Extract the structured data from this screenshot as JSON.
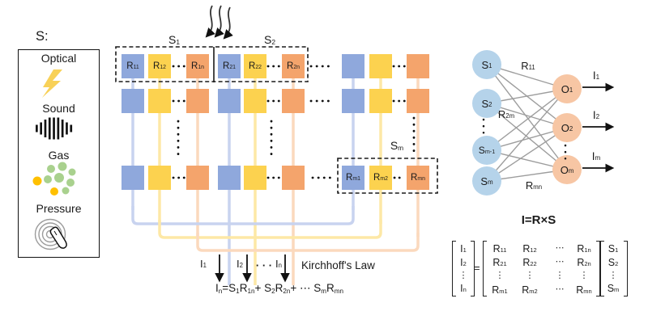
{
  "panel": {
    "title": "S:",
    "items": [
      {
        "label": "Optical",
        "icon": "lightning-icon"
      },
      {
        "label": "Sound",
        "icon": "sound-wave-icon"
      },
      {
        "label": "Gas",
        "icon": "gas-molecules-icon"
      },
      {
        "label": "Pressure",
        "icon": "pressure-touch-icon"
      }
    ]
  },
  "crossbar": {
    "group_labels": [
      {
        "b": "S",
        "s": "1"
      },
      {
        "b": "S",
        "s": "2"
      },
      {
        "b": "S",
        "s": "m"
      }
    ],
    "cell_labels": [
      {
        "b": "R",
        "s": "11"
      },
      {
        "b": "R",
        "s": "12"
      },
      {
        "b": "R",
        "s": "1n"
      },
      {
        "b": "R",
        "s": "21"
      },
      {
        "b": "R",
        "s": "22"
      },
      {
        "b": "R",
        "s": "2n"
      },
      {
        "b": "R",
        "s": "m1"
      },
      {
        "b": "R",
        "s": "m2"
      },
      {
        "b": "R",
        "s": "mn"
      }
    ],
    "output_labels": [
      {
        "b": "I",
        "s": "1"
      },
      {
        "b": "I",
        "s": "2"
      },
      {
        "b": "I",
        "s": "n"
      }
    ],
    "output_dots": "· · ·",
    "law_label": "Kirchhoff's Law",
    "formula_tokens": [
      {
        "b": "I",
        "s": "n"
      },
      {
        "b": "=S",
        "s": "1"
      },
      {
        "b": "R",
        "s": "1n"
      },
      {
        "b": "+ S",
        "s": "2"
      },
      {
        "b": "R",
        "s": "2n"
      },
      {
        "b": "+ ⋯ S",
        "s": "m"
      },
      {
        "b": "R",
        "s": "mn"
      }
    ]
  },
  "network": {
    "input_nodes": [
      {
        "b": "S",
        "s": "1"
      },
      {
        "b": "S",
        "s": "2"
      },
      {
        "b": "S",
        "s": "m-1"
      },
      {
        "b": "S",
        "s": "m"
      }
    ],
    "output_nodes": [
      {
        "b": "O",
        "s": "1"
      },
      {
        "b": "O",
        "s": "2"
      },
      {
        "b": "O",
        "s": "m"
      }
    ],
    "current_labels": [
      {
        "b": "I",
        "s": "1"
      },
      {
        "b": "I",
        "s": "2"
      },
      {
        "b": "I",
        "s": "m"
      }
    ],
    "edge_labels": [
      {
        "b": "R",
        "s": "11"
      },
      {
        "b": "R",
        "s": "2m"
      },
      {
        "b": "R",
        "s": "mn"
      }
    ]
  },
  "equation": {
    "title": "I=R×S",
    "equals": "=",
    "i_vector": [
      {
        "b": "I",
        "s": "1"
      },
      {
        "b": "I",
        "s": "2"
      },
      {
        "d": "⋮"
      },
      {
        "b": "I",
        "s": "n"
      }
    ],
    "r_matrix": [
      [
        {
          "b": "R",
          "s": "11"
        },
        {
          "b": "R",
          "s": "12"
        },
        {
          "d": "⋯"
        },
        {
          "b": "R",
          "s": "1n"
        }
      ],
      [
        {
          "b": "R",
          "s": "21"
        },
        {
          "b": "R",
          "s": "22"
        },
        {
          "d": "⋯"
        },
        {
          "b": "R",
          "s": "2n"
        }
      ],
      [
        {
          "d": "⋮"
        },
        {
          "d": "⋮"
        },
        {
          "d": "⋮"
        },
        {
          "d": "⋮"
        }
      ],
      [
        {
          "b": "R",
          "s": "m1"
        },
        {
          "b": "R",
          "s": "m2"
        },
        {
          "d": "⋯"
        },
        {
          "b": "R",
          "s": "mn"
        }
      ]
    ],
    "s_vector": [
      {
        "b": "S",
        "s": "1"
      },
      {
        "b": "S",
        "s": "2"
      },
      {
        "d": "⋮"
      },
      {
        "b": "S",
        "s": "m"
      }
    ]
  },
  "colors": {
    "square_blue": "#8fa8dc",
    "square_yellow": "#fcd24f",
    "square_orange": "#f4a46c",
    "wire_blue": "#c8d3ef",
    "wire_yellow": "#fde8a6",
    "wire_orange": "#fbd9bd",
    "node_blue": "#b5d3ea",
    "node_orange": "#f7c6a4",
    "edge_gray": "#9d9d9d",
    "bolt_yellow": "#f8d158",
    "gas_green": "#a9d18e",
    "gas_yellow": "#ffc000"
  }
}
